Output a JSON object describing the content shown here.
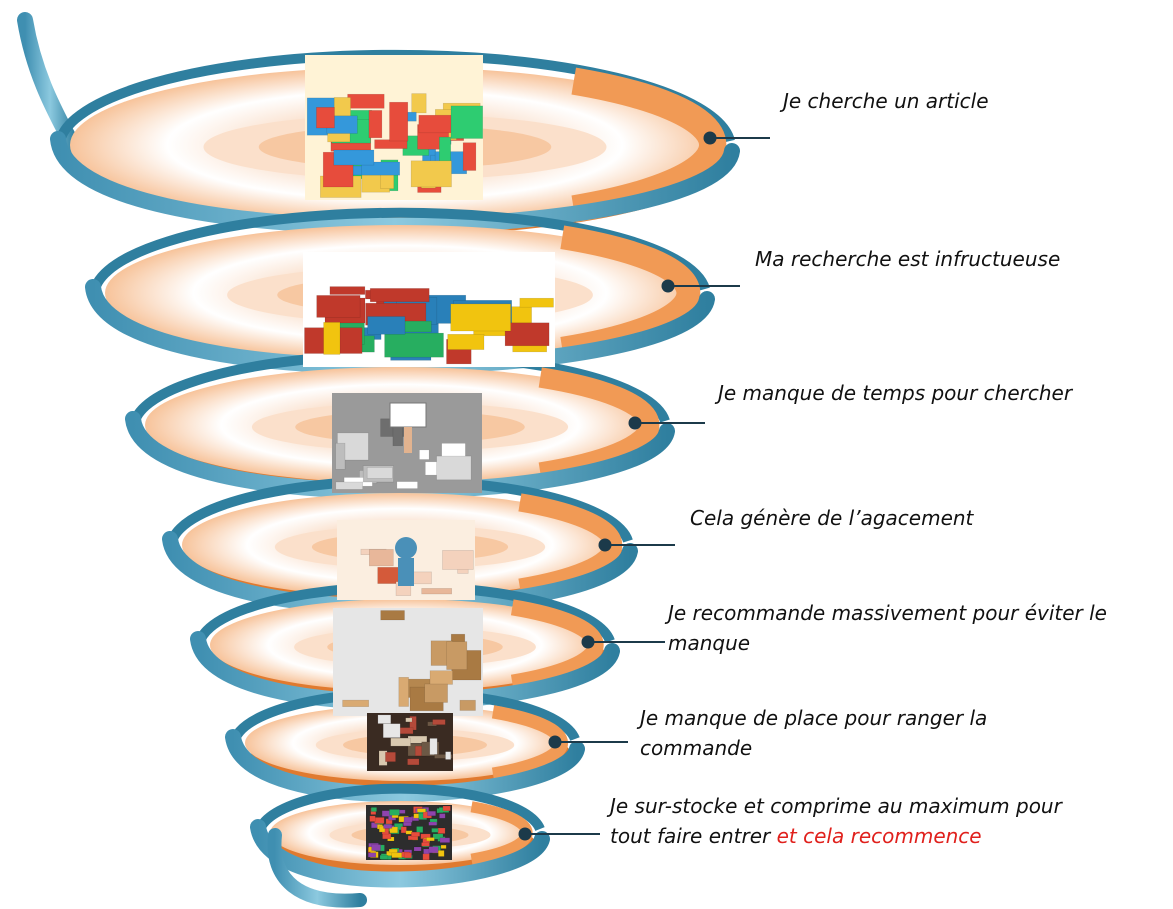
{
  "colors": {
    "ring_orange": "#f19a55",
    "ring_orange_dark": "#e07a2f",
    "ring_light": "#fbe0cb",
    "ribbon_blue": "#5aa9c9",
    "ribbon_blue_dark": "#2f7f9f",
    "connector": "#1c3a4a",
    "highlight_red": "#e0201c"
  },
  "steps": [
    {
      "text": "Je cherche un article",
      "illustration": "cluttered-room-illustration"
    },
    {
      "text": "Ma recherche est infructueuse",
      "illustration": "pile-of-books-illustration"
    },
    {
      "text": "Je manque de temps pour chercher",
      "illustration": "help-sign-in-paper-pile-photo"
    },
    {
      "text": "Cela génère de l’agacement",
      "illustration": "angry-character-illustration"
    },
    {
      "text": "Je recommande massivement pour éviter le",
      "text2": "manque",
      "illustration": "stacked-cardboard-boxes-photo"
    },
    {
      "text": "Je manque de place pour ranger la",
      "text2": "commande",
      "illustration": "overfilled-cabinet-photo"
    },
    {
      "text": "Je sur-stocke et comprime au maximum pour",
      "text2": "tout faire entrer ",
      "text2_red": "et cela recommence",
      "illustration": "colorful-crowded-items-photo"
    }
  ]
}
